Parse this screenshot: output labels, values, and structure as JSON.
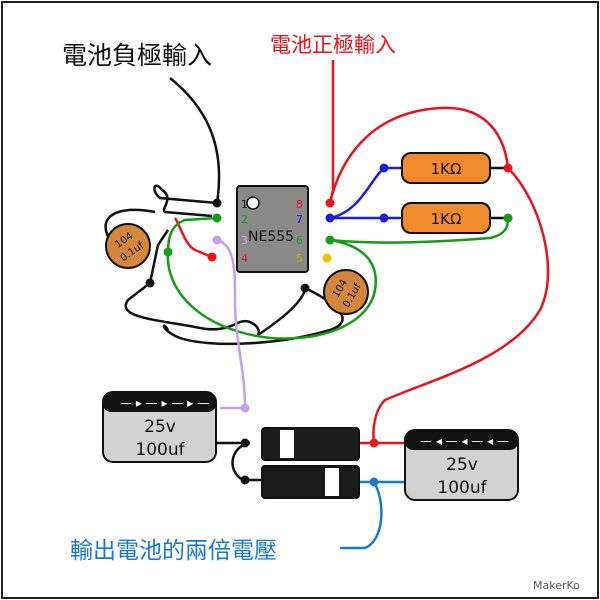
{
  "labels": {
    "negative_input": "電池負極輸入",
    "positive_input": "電池正極輸入",
    "output": "輸出電池的兩倍電壓",
    "brand": "MakerKo"
  },
  "ic": {
    "name": "NE555",
    "pins": {
      "p1": "1",
      "p2": "2",
      "p3": "3",
      "p4": "4",
      "p5": "5",
      "p6": "6",
      "p7": "7",
      "p8": "8"
    }
  },
  "resistors": [
    {
      "value": "1KΩ"
    },
    {
      "value": "1KΩ"
    }
  ],
  "ceramic_caps": [
    {
      "code": "104",
      "value": "0.1uf"
    },
    {
      "code": "104",
      "value": "0.1uf"
    }
  ],
  "electrolytic_caps": [
    {
      "voltage": "25v",
      "capacitance": "100uf"
    },
    {
      "voltage": "25v",
      "capacitance": "100uf"
    }
  ],
  "colors": {
    "black": "#111111",
    "red": "#e8141b",
    "blue": "#1f1fd6",
    "green": "#169c16",
    "purple": "#c3a2e6",
    "output_blue": "#1a7ac9",
    "resistor_fill": "#f28a2e",
    "cap_fill": "#d4863e",
    "ic_fill": "#8a8a8a",
    "electrolytic_fill": "#d2d2d2",
    "diode_fill": "#1b1b1b"
  }
}
